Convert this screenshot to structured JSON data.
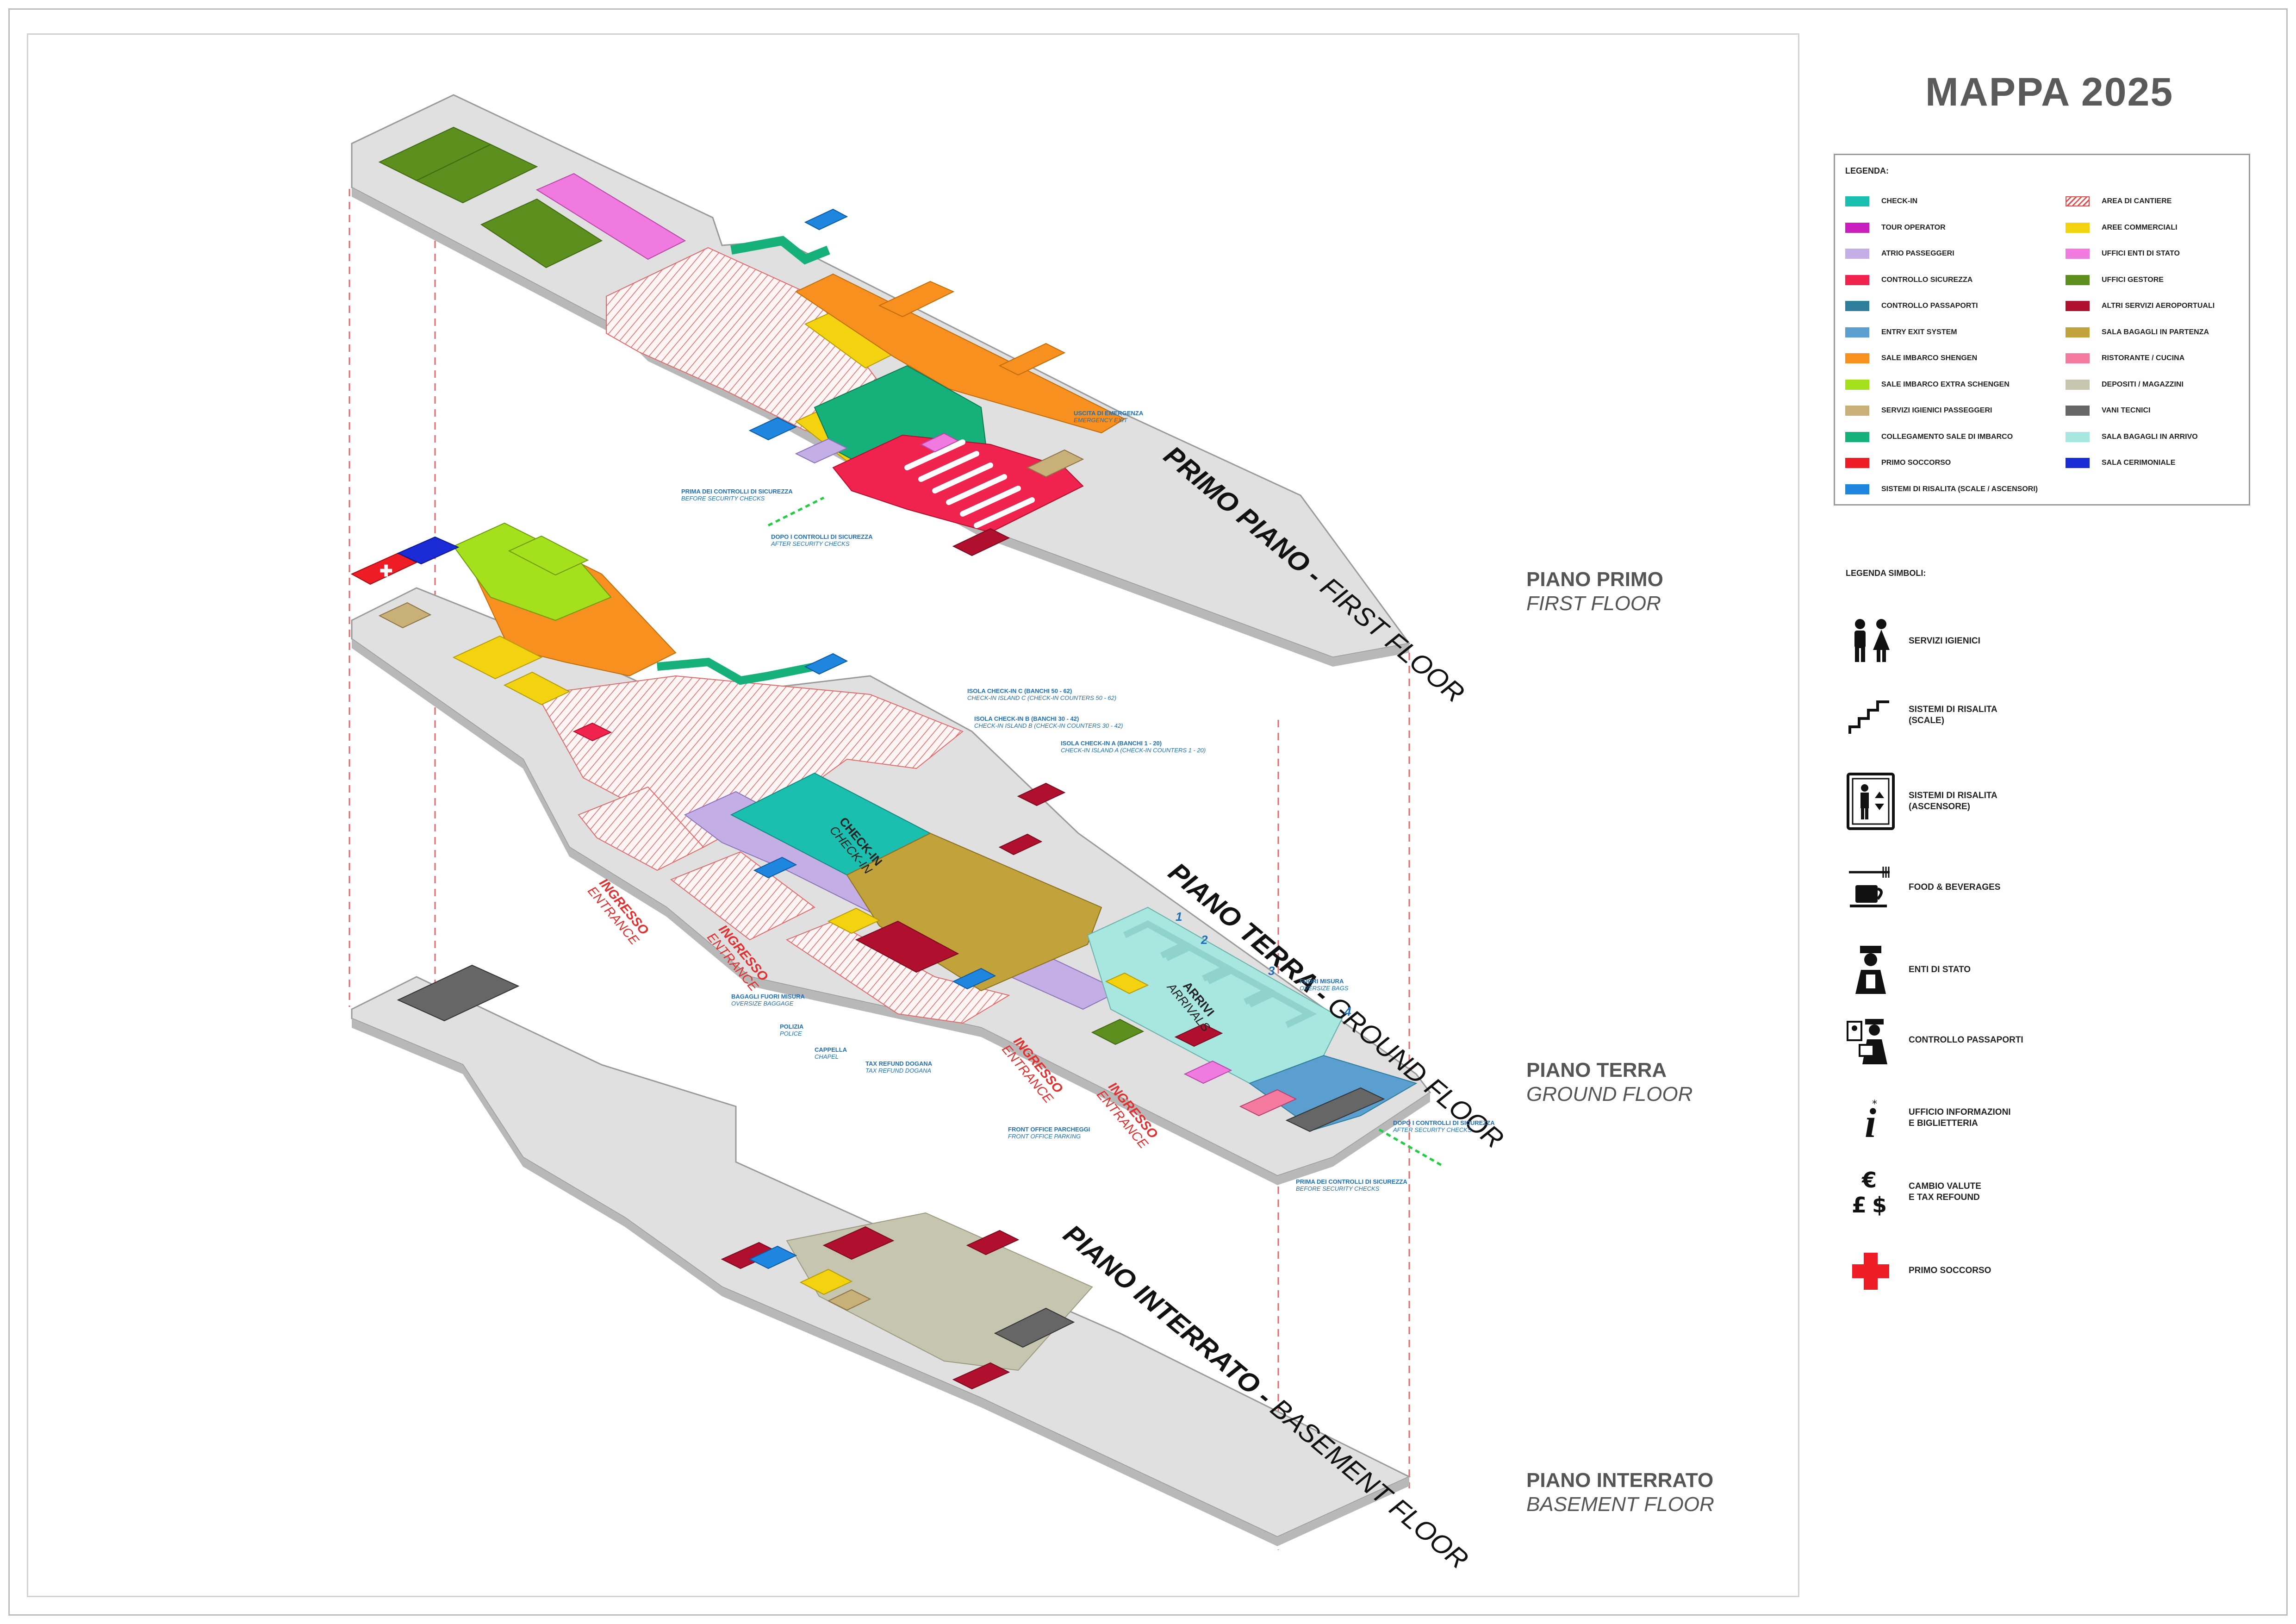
{
  "title": "MAPPA 2025",
  "floors": {
    "first": {
      "it": "PIANO PRIMO",
      "en": "FIRST FLOOR",
      "iso_it": "PRIMO PIANO -",
      "iso_en": "FIRST FLOOR"
    },
    "ground": {
      "it": "PIANO TERRA",
      "en": "GROUND FLOOR",
      "iso_it": "PIANO TERRA -",
      "iso_en": "GROUND FLOOR"
    },
    "basement": {
      "it": "PIANO INTERRATO",
      "en": "BASEMENT FLOOR",
      "iso_it": "PIANO INTERRATO -",
      "iso_en": "BASEMENT FLOOR"
    }
  },
  "legend": {
    "title": "LEGENDA:",
    "left": [
      {
        "label": "CHECK-IN",
        "color": "#1bbfb0"
      },
      {
        "label": "TOUR OPERATOR",
        "color": "#c81fbe"
      },
      {
        "label": "ATRIO PASSEGGERI",
        "color": "#c3aee6"
      },
      {
        "label": "CONTROLLO SICUREZZA",
        "color": "#f0234e"
      },
      {
        "label": "CONTROLLO PASSAPORTI",
        "color": "#2e7d9b"
      },
      {
        "label": "ENTRY EXIT SYSTEM",
        "color": "#5b9fd1"
      },
      {
        "label": "SALE IMBARCO SHENGEN",
        "color": "#f7901e"
      },
      {
        "label": "SALE IMBARCO EXTRA SCHENGEN",
        "color": "#a5e01d"
      },
      {
        "label": "SERVIZI IGIENICI PASSEGGERI",
        "color": "#c9b079"
      },
      {
        "label": "COLLEGAMENTO SALE DI IMBARCO",
        "color": "#16b07a"
      },
      {
        "label": "PRIMO SOCCORSO",
        "color": "#ee1c24"
      },
      {
        "label": "SISTEMI DI RISALITA (SCALE / ASCENSORI)",
        "color": "#1f86e0"
      }
    ],
    "right": [
      {
        "label": "AREA DI CANTIERE",
        "color": "#e05050"
      },
      {
        "label": "AREE COMMERCIALI",
        "color": "#f3d20f"
      },
      {
        "label": "UFFICI ENTI DI STATO",
        "color": "#f07ae0"
      },
      {
        "label": "UFFICI GESTORE",
        "color": "#5c8f1e"
      },
      {
        "label": "ALTRI SERVIZI AEROPORTUALI",
        "color": "#b0102e"
      },
      {
        "label": "SALA BAGAGLI IN PARTENZA",
        "color": "#c2a23a"
      },
      {
        "label": "RISTORANTE / CUCINA",
        "color": "#f57aa0"
      },
      {
        "label": "DEPOSITI / MAGAZZINI",
        "color": "#c6c6b0"
      },
      {
        "label": "VANI TECNICI",
        "color": "#666666"
      },
      {
        "label": "SALA BAGAGLI IN ARRIVO",
        "color": "#a8e6e0"
      },
      {
        "label": "SALA CERIMONIALE",
        "color": "#1a2bd6"
      }
    ]
  },
  "symbols": {
    "title": "LEGENDA SIMBOLI:",
    "items": [
      {
        "icon": "toilet-icon",
        "label": "SERVIZI IGIENICI"
      },
      {
        "icon": "stairs-icon",
        "label": "SISTEMI DI RISALITA\n(SCALE)"
      },
      {
        "icon": "elevator-icon",
        "label": "SISTEMI DI RISALITA\n(ASCENSORE)"
      },
      {
        "icon": "food-icon",
        "label": "FOOD & BEVERAGES"
      },
      {
        "icon": "officer-icon",
        "label": "ENTI DI STATO"
      },
      {
        "icon": "passport-control-icon",
        "label": "CONTROLLO PASSAPORTI"
      },
      {
        "icon": "info-icon",
        "label": "UFFICIO INFORMAZIONI\nE BIGLIETTERIA"
      },
      {
        "icon": "currency-icon",
        "label": "CAMBIO VALUTE\nE TAX REFOUND"
      },
      {
        "icon": "first-aid-icon",
        "label": "PRIMO SOCCORSO"
      }
    ]
  },
  "annotations": {
    "first_before": {
      "it": "PRIMA DEI CONTROLLI DI SICUREZZA",
      "en": "BEFORE SECURITY CHECKS"
    },
    "first_after": {
      "it": "DOPO I CONTROLLI DI SICUREZZA",
      "en": "AFTER SECURITY CHECKS"
    },
    "emergency": {
      "it": "USCITA DI EMERGENZA",
      "en": "EMERGENCY EXIT"
    },
    "island_c": {
      "it": "ISOLA CHECK-IN C (BANCHI 50 - 62)",
      "en": "CHECK-IN ISLAND C (CHECK-IN COUNTERS 50 - 62)"
    },
    "island_b": {
      "it": "ISOLA CHECK-IN B (BANCHI 30 - 42)",
      "en": "CHECK-IN ISLAND B (CHECK-IN COUNTERS 30 - 42)"
    },
    "island_a": {
      "it": "ISOLA CHECK-IN A (BANCHI 1 - 20)",
      "en": "CHECK-IN ISLAND A (CHECK-IN COUNTERS 1 - 20)"
    },
    "oversize": {
      "it": "BAGAGLI FUORI MISURA",
      "en": "OVERSIZE BAGGAGE"
    },
    "police": {
      "it": "POLIZIA",
      "en": "POLICE"
    },
    "chapel": {
      "it": "CAPPELLA",
      "en": "CHAPEL"
    },
    "tax": {
      "it": "TAX REFUND DOGANA",
      "en": "TAX REFUND DOGANA"
    },
    "parking": {
      "it": "FRONT OFFICE PARCHEGGI",
      "en": "FRONT OFFICE PARKING"
    },
    "oversize_bags": {
      "it": "FUORI MISURA",
      "en": "OVERSIZE BAGS"
    },
    "ground_after": {
      "it": "DOPO I CONTROLLI DI SICUREZZA",
      "en": "AFTER SECURITY CHECKS"
    },
    "ground_before": {
      "it": "PRIMA DEI CONTROLLI DI SICUREZZA",
      "en": "BEFORE SECURITY CHECKS"
    }
  },
  "entrances": {
    "it": "INGRESSO",
    "en": "ENTRANCE"
  },
  "areas": {
    "checkin": {
      "it": "CHECK-IN",
      "en": "CHECK-IN"
    },
    "arrivals": {
      "it": "ARRIVI",
      "en": "ARRIVALS"
    }
  },
  "gates": [
    "1",
    "2",
    "3",
    "4"
  ]
}
